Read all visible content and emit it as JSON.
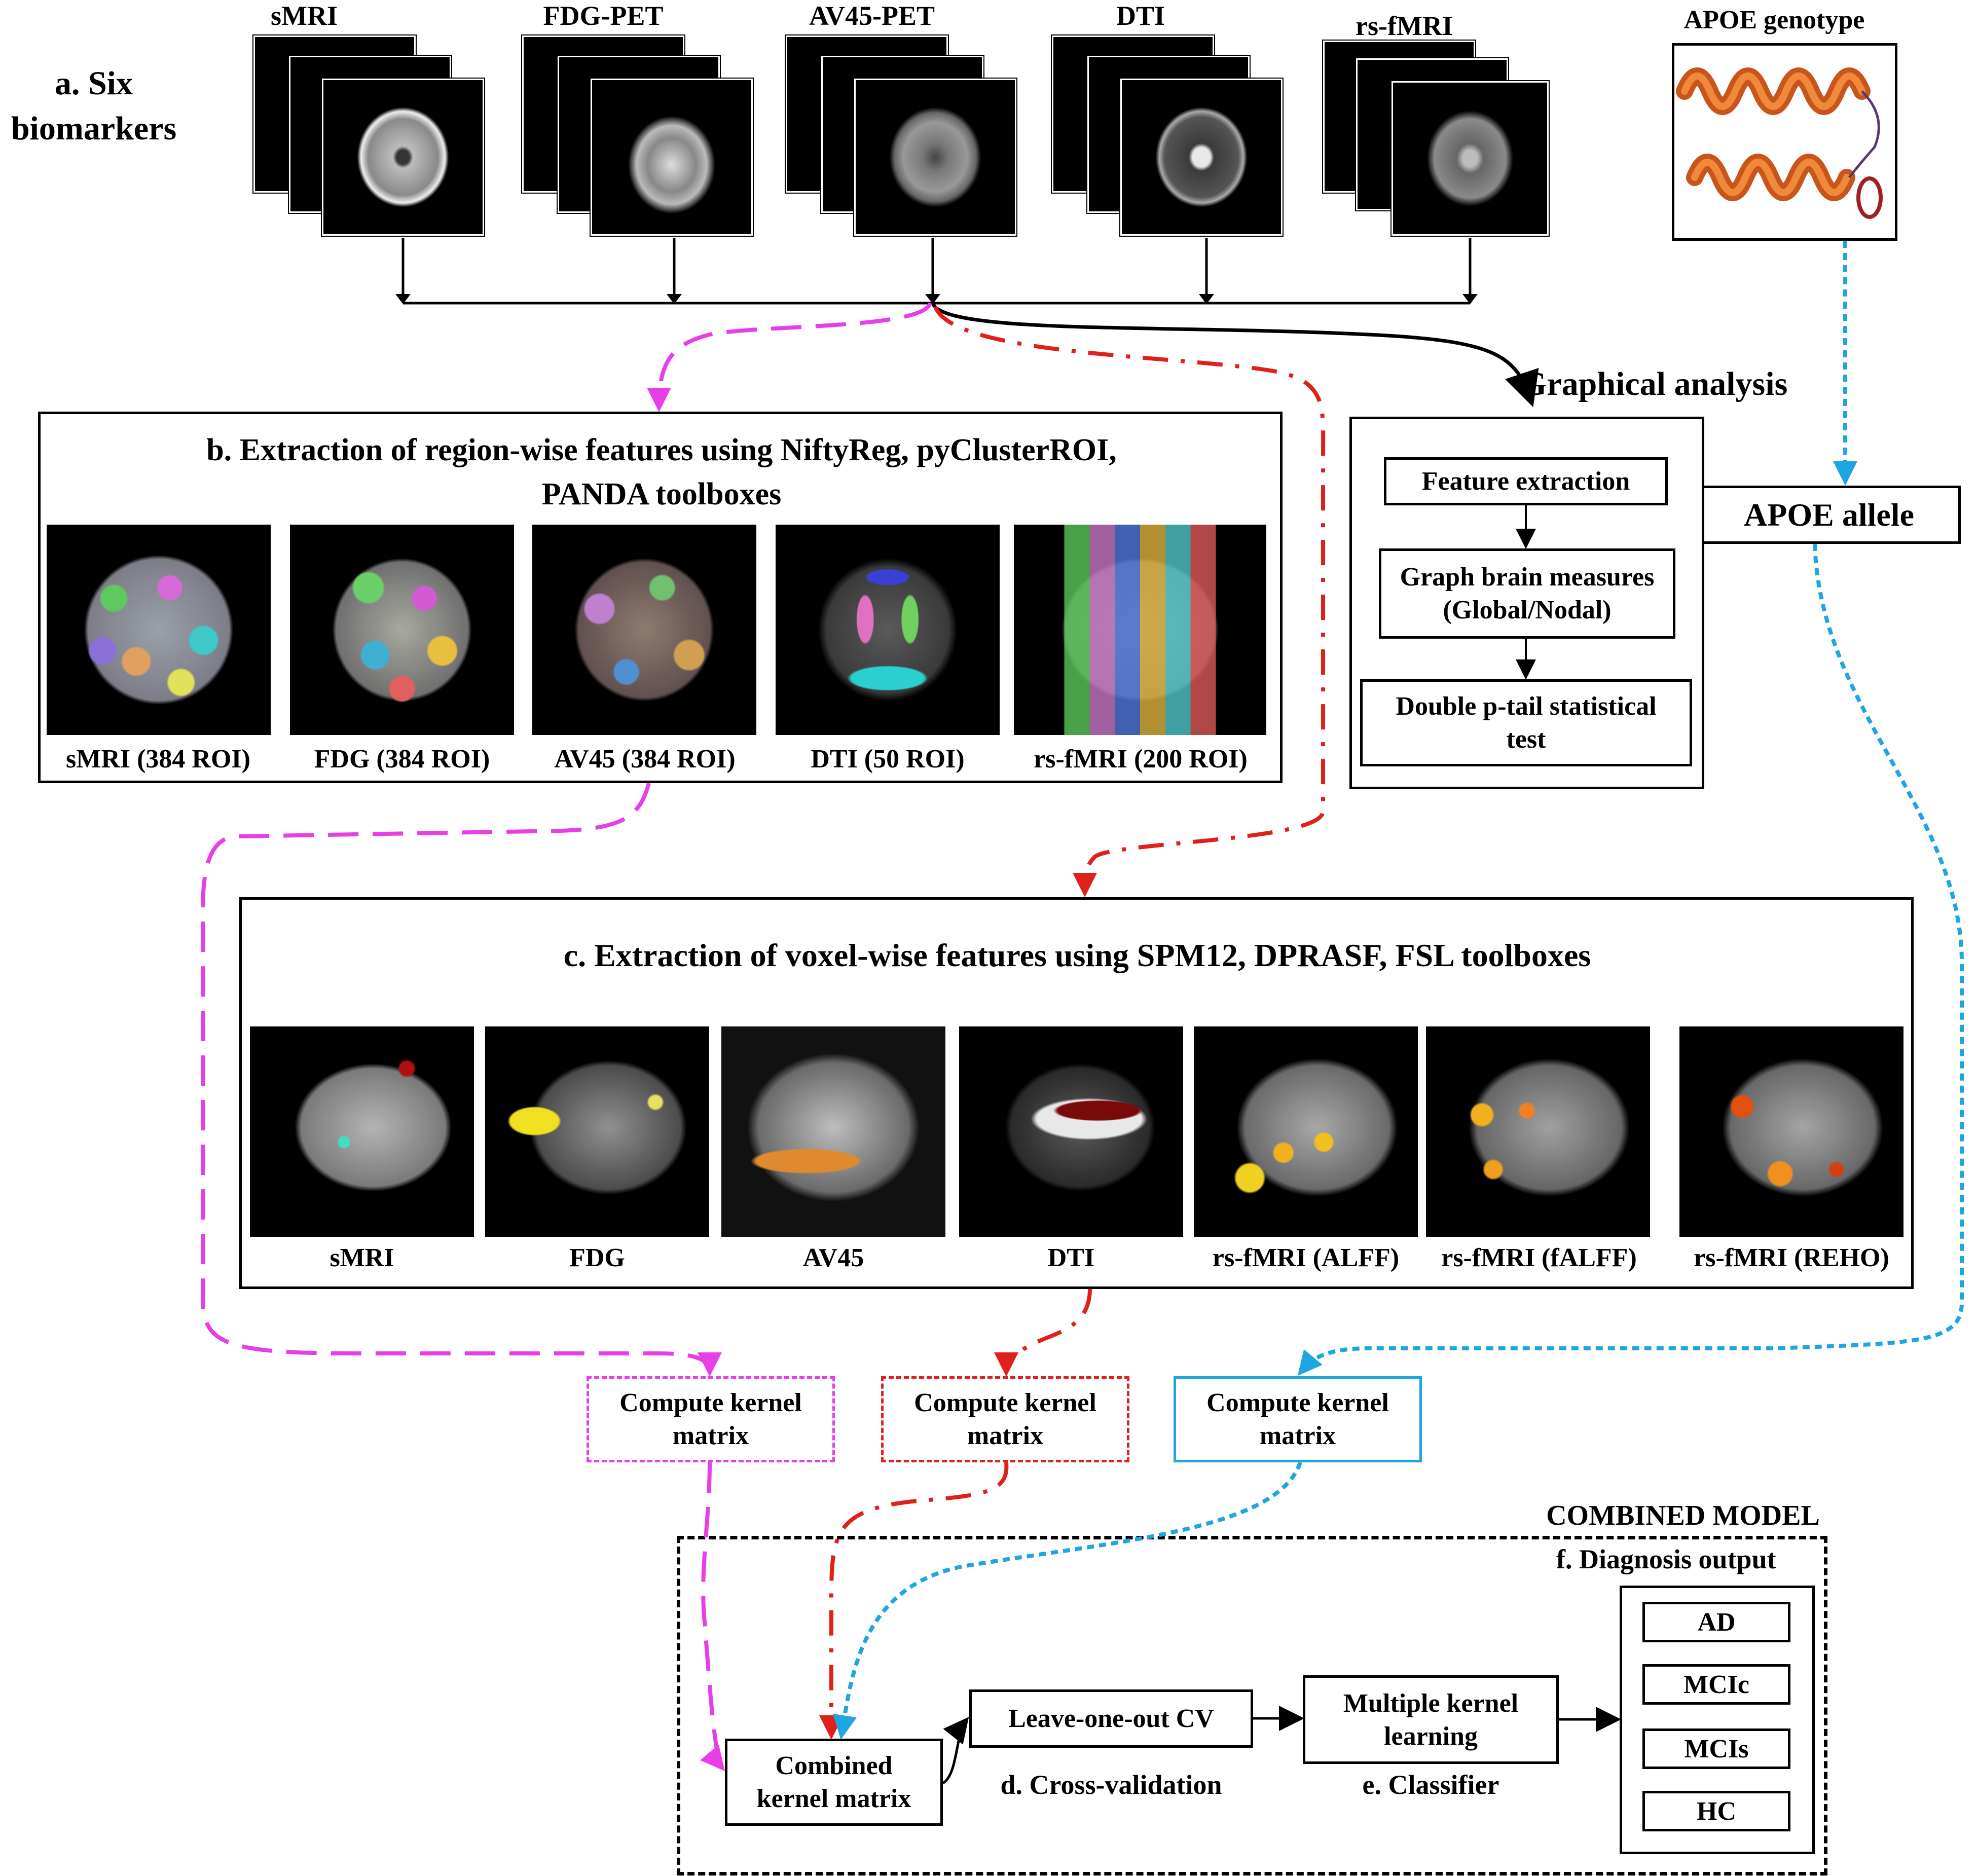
{
  "panel_a": {
    "title_line1": "a. Six",
    "title_line2": "biomarkers",
    "modalities": [
      "sMRI",
      "FDG-PET",
      "AV45-PET",
      "DTI",
      "rs-fMRI"
    ],
    "apoe_genotype": "APOE genotype",
    "apoe_allele": "APOE allele"
  },
  "panel_b": {
    "title_line1": "b. Extraction of  region-wise features using NiftyReg, pyClusterROI,",
    "title_line2": "PANDA toolboxes",
    "captions": [
      "sMRI (384 ROI)",
      "FDG (384 ROI)",
      "AV45 (384 ROI)",
      "DTI (50 ROI)",
      "rs-fMRI (200 ROI)"
    ]
  },
  "graphical": {
    "title": "Graphical analysis",
    "step1": "Feature extraction",
    "step2_line1": "Graph brain measures",
    "step2_line2": "(Global/Nodal)",
    "step3_line1": "Double p-tail statistical",
    "step3_line2": "test"
  },
  "panel_c": {
    "title": "c. Extraction of voxel-wise features using SPM12, DPRASF, FSL toolboxes",
    "captions": [
      "sMRI",
      "FDG",
      "AV45",
      "DTI",
      "rs-fMRI (ALFF)",
      "rs-fMRI (fALFF)",
      "rs-fMRI (REHO)"
    ]
  },
  "kernels": {
    "line1": "Compute kernel",
    "line2": "matrix"
  },
  "combined": {
    "title": "COMBINED MODEL",
    "combined_kernel_line1": "Combined",
    "combined_kernel_line2": "kernel matrix",
    "loocv": "Leave-one-out CV",
    "loocv_caption": "d. Cross-validation",
    "mkl_line1": "Multiple kernel",
    "mkl_line2": "learning",
    "mkl_caption": "e. Classifier",
    "diagnosis_title": "f.  Diagnosis output",
    "outputs": [
      "AD",
      "MCIc",
      "MCIs",
      "HC"
    ]
  },
  "colors": {
    "magenta": "#e83ee8",
    "red": "#e0201a",
    "blue": "#1ea6e0",
    "black": "#000000"
  }
}
